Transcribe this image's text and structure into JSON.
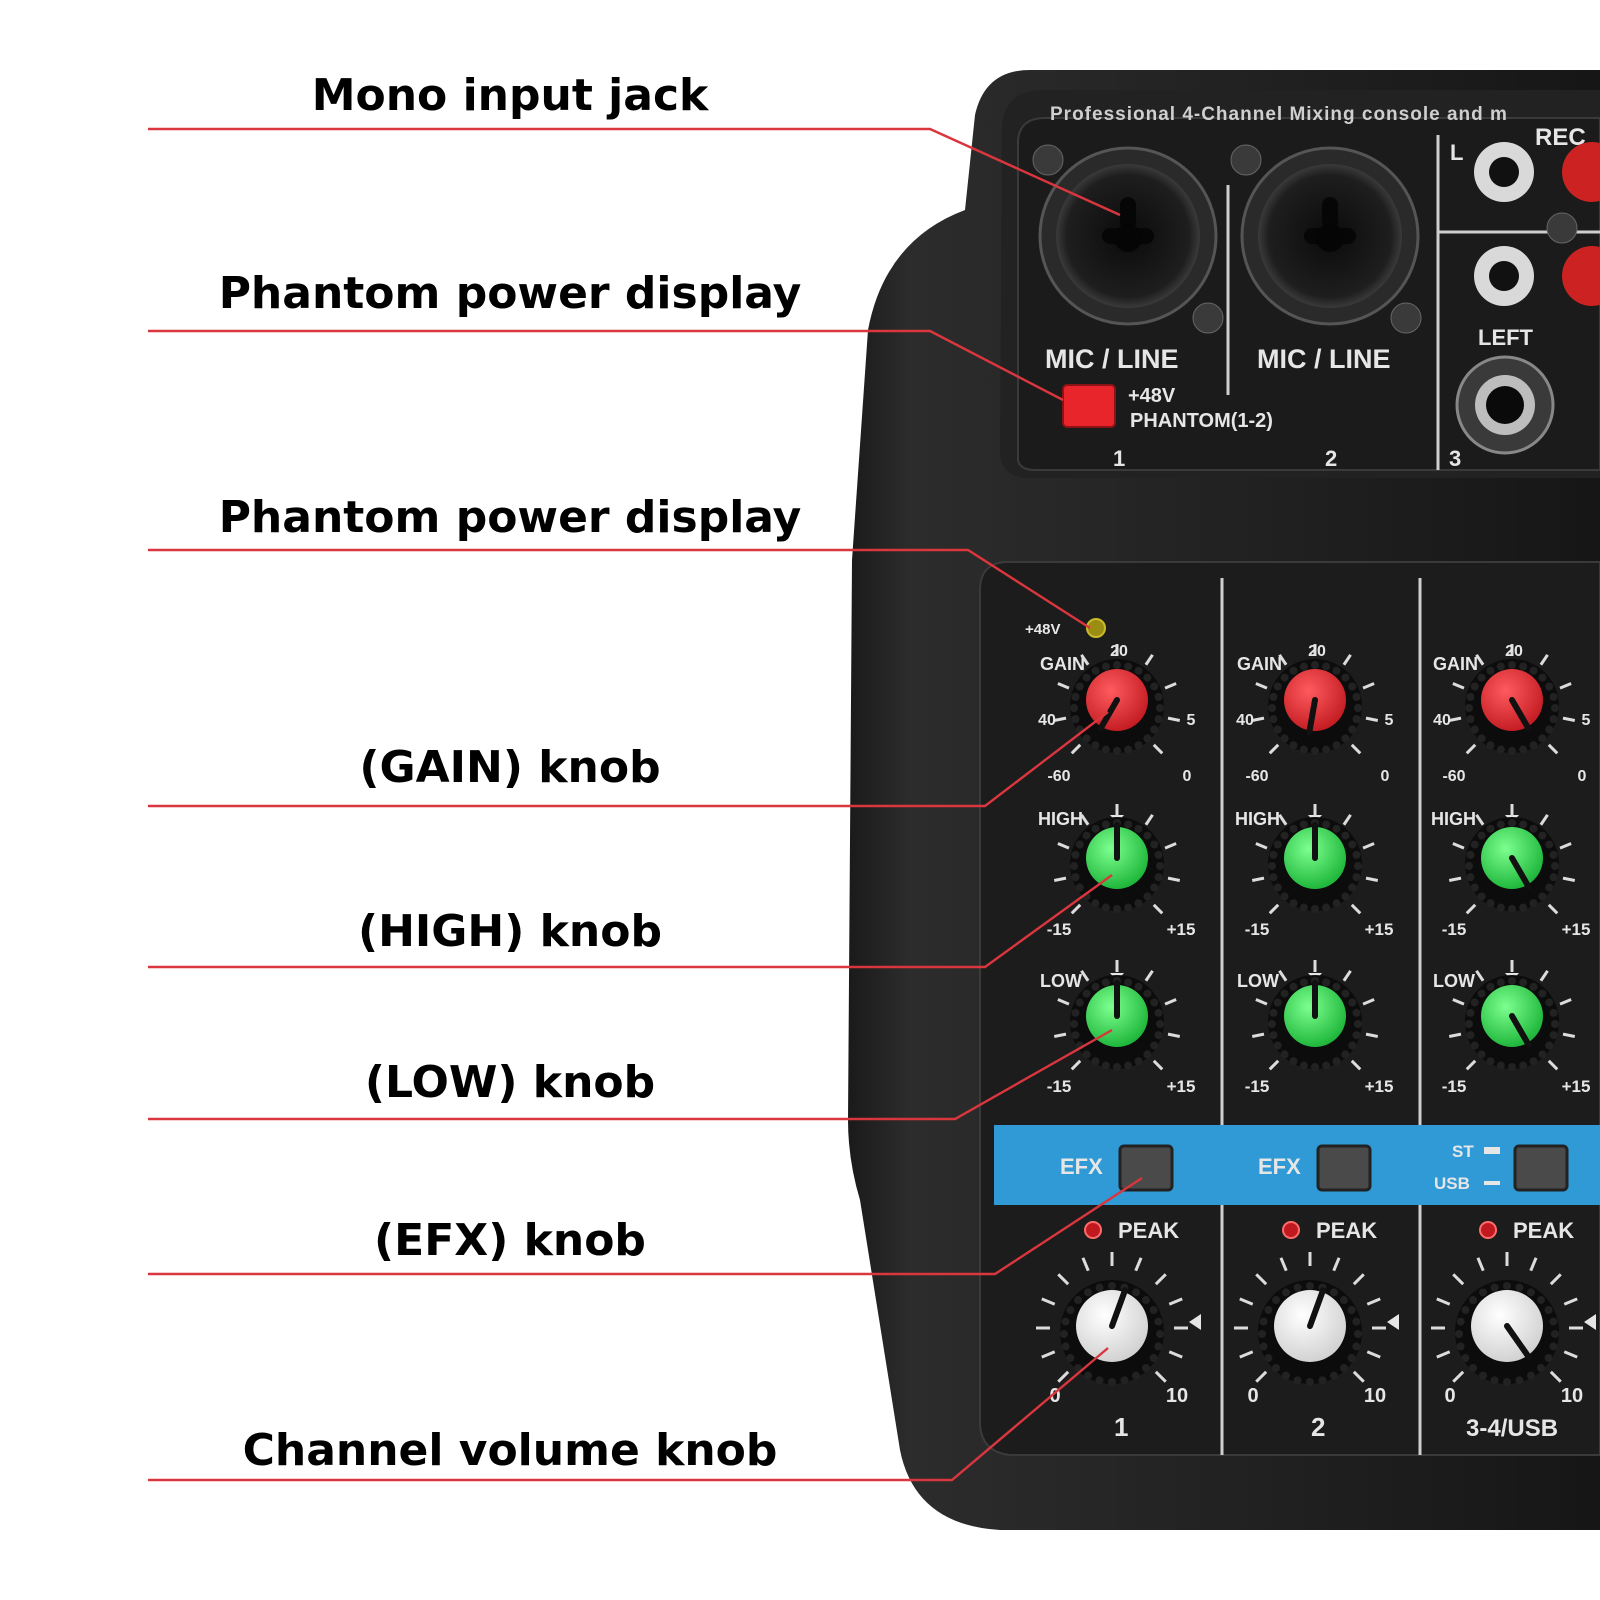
{
  "callouts": [
    {
      "id": "mono-input-jack",
      "text": "Mono input jack"
    },
    {
      "id": "phantom-power-display-1",
      "text": "Phantom power display"
    },
    {
      "id": "phantom-power-display-2",
      "text": "Phantom power display"
    },
    {
      "id": "gain-knob",
      "text": "(GAIN) knob"
    },
    {
      "id": "high-knob",
      "text": "(HIGH) knob"
    },
    {
      "id": "low-knob",
      "text": "(LOW) knob"
    },
    {
      "id": "efx-knob",
      "text": "(EFX) knob"
    },
    {
      "id": "channel-volume-knob",
      "text": "Channel volume knob"
    }
  ],
  "device": {
    "header_text": "Professional 4-Channel Mixing console and m",
    "rec_label": "REC",
    "rec_l": "L",
    "left_label": "LEFT",
    "mic_line_1": "MIC / LINE",
    "mic_line_2": "MIC / LINE",
    "phantom_v": "+48V",
    "phantom_text": "PHANTOM(1-2)",
    "input_numbers": [
      "1",
      "2",
      "3"
    ],
    "led_48v": "+48V",
    "strips": [
      {
        "gain": "GAIN",
        "high": "HIGH",
        "low": "LOW",
        "efx": "EFX",
        "peak": "PEAK",
        "number": "1"
      },
      {
        "gain": "GAIN",
        "high": "HIGH",
        "low": "LOW",
        "efx": "EFX",
        "peak": "PEAK",
        "number": "2"
      },
      {
        "gain": "GAIN",
        "high": "HIGH",
        "low": "LOW",
        "efx": "",
        "peak": "PEAK",
        "number": "3-4/USB",
        "st": "ST",
        "usb": "USB"
      }
    ],
    "gain_scale": {
      "top": "20",
      "left": "40",
      "right": "5",
      "bottom_left": "-60",
      "bottom_right": "0"
    },
    "eq_scale": {
      "left": "-15",
      "right": "+15"
    },
    "vol_scale": {
      "left": "0",
      "right": "10"
    }
  },
  "colors": {
    "leader": "#d9363e",
    "gain_knob": "#e0262b",
    "eq_knob": "#2fd24a",
    "efx_band": "#2f9ad6",
    "phantom_button": "#e8252b"
  }
}
